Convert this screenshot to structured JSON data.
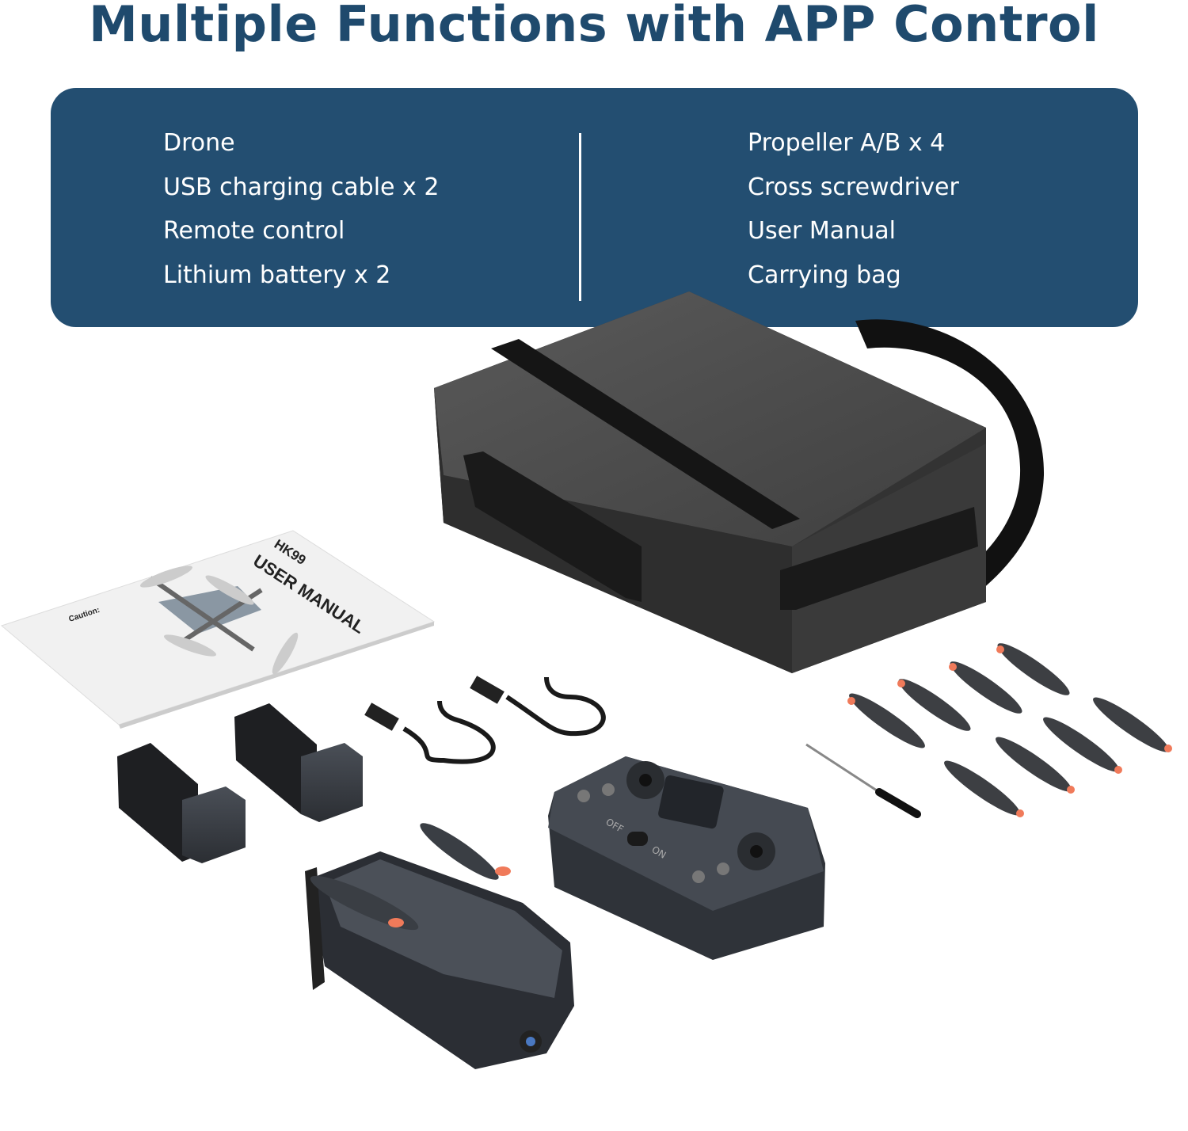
{
  "header": {
    "title": "Multiple Functions with APP Control"
  },
  "contents": {
    "left": [
      "Drone",
      "USB charging cable x 2",
      "Remote control",
      "Lithium battery x 2"
    ],
    "right": [
      "Propeller A/B x 4",
      "Cross screwdriver",
      "User Manual",
      "Carrying bag"
    ]
  },
  "manual": {
    "model": "HK99",
    "title": "USER MANUAL",
    "caution": "Caution:"
  },
  "remote": {
    "off": "OFF",
    "on": "ON"
  },
  "colors": {
    "title": "#1f4a6d",
    "panel": "#234e71",
    "accent": "#f07a5a"
  }
}
